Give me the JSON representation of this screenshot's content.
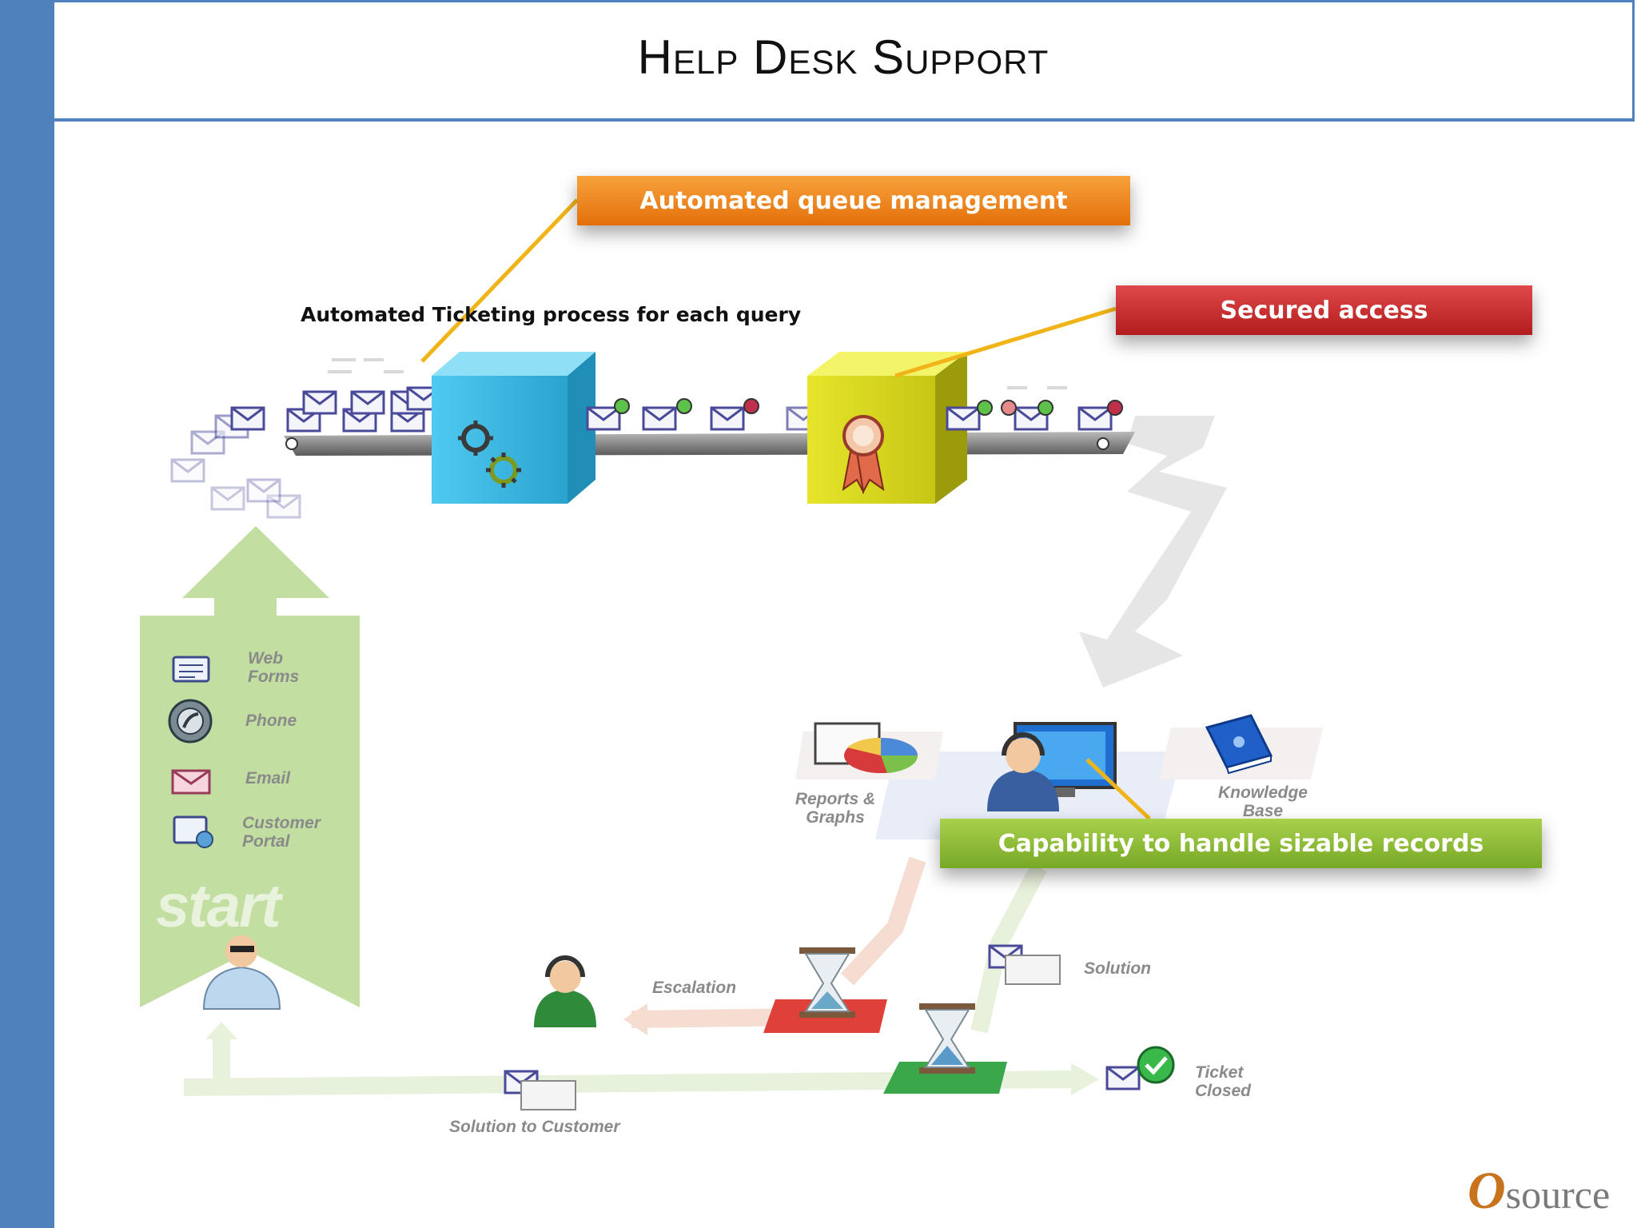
{
  "slide": {
    "title": "Help Desk Support",
    "accent_color": "#4f81bd"
  },
  "callouts": {
    "queue": "Automated queue management",
    "secured": "Secured access",
    "capability": "Capability to handle sizable records"
  },
  "ticketing_label": "Automated Ticketing process for each query",
  "channels": {
    "web_forms": "Web Forms",
    "phone": "Phone",
    "email": "Email",
    "customer_portal": "Customer Portal",
    "start": "start"
  },
  "workflow": {
    "reports": "Reports & Graphs",
    "knowledge": "Knowledge Base",
    "escalation": "Escalation",
    "solution": "Solution",
    "solution_to_customer": "Solution to Customer",
    "ticket_closed": "Ticket Closed"
  },
  "logo": {
    "initial": "O",
    "rest": "source"
  },
  "colors": {
    "orange": "#f08a1c",
    "red": "#c9302c",
    "green": "#8cbf3f",
    "connector": "#f0b418",
    "cyan_box": "#3fb8e0",
    "yellow_box": "#d6d41c"
  }
}
